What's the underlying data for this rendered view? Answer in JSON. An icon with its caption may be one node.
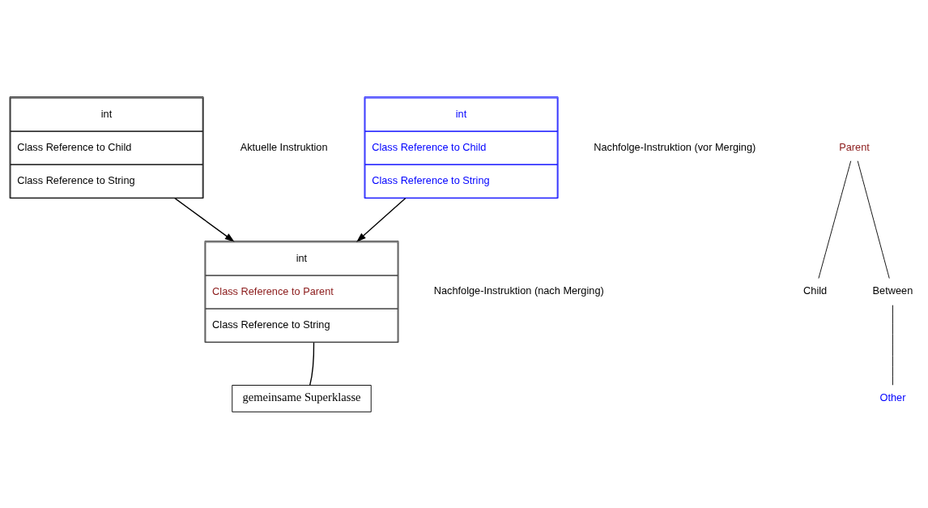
{
  "diagram": {
    "nodes": [
      {
        "text": [
          "int",
          "Class Reference to Child",
          "Class Reference to String"
        ],
        "beside": [
          "Aktuelle Instruktion"
        ]
      },
      {
        "text": [
          "int",
          "Class Reference to Child",
          "Class Reference to String"
        ],
        "beside": [
          "Nachfolge-Instruktion (vor Merging)"
        ]
      },
      {
        "text": [
          "int",
          "Class Reference to Parent",
          "Class Reference to String"
        ],
        "beside": [
          "Nachfolge-Instruktion (nach Merging)"
        ]
      },
      {
        "text": [
          "Parent"
        ]
      },
      {
        "text": [
          "Child"
        ]
      },
      {
        "text": [
          "Between"
        ]
      },
      {
        "text": [
          "Other"
        ]
      },
      {
        "text": [
          "gemeinsame Superklasse"
        ]
      }
    ],
    "edges": [
      {
        "from": 0,
        "to": 2,
        "arrow": "to"
      },
      {
        "from": 1,
        "to": 2,
        "arrow": "to"
      },
      {
        "from": 3,
        "to": 4,
        "arrow": "none"
      },
      {
        "from": 3,
        "to": 5,
        "arrow": "none"
      },
      {
        "from": 5,
        "to": 6,
        "arrow": "none"
      },
      {
        "from": 7,
        "to": 2,
        "arrow": "none"
      }
    ]
  }
}
